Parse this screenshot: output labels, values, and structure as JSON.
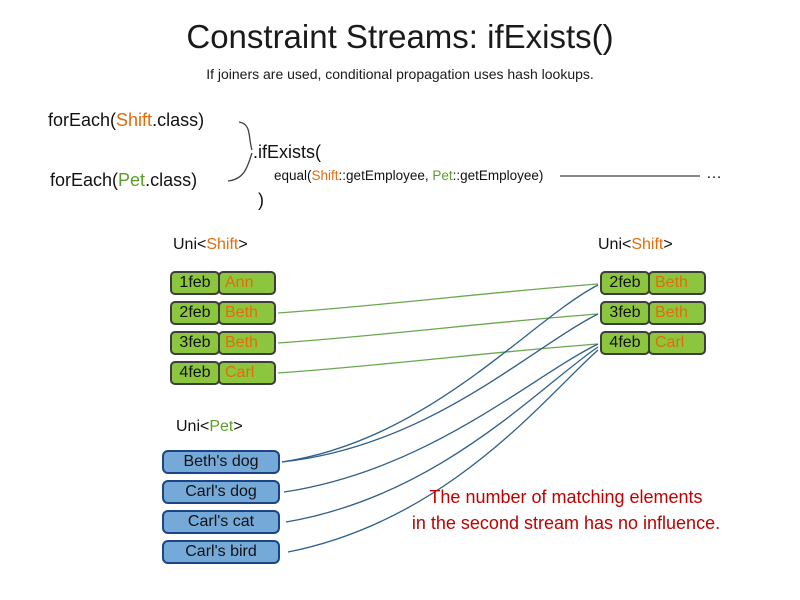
{
  "title": "Constraint Streams: ifExists()",
  "subtitle": "If joiners are used, conditional propagation uses hash lookups.",
  "code": {
    "foreach_shift": {
      "pre": "forEach(",
      "cls": "Shift",
      "post": ".class)"
    },
    "foreach_pet": {
      "pre": "forEach(",
      "cls": "Pet",
      "post": ".class)"
    },
    "ifexists": ".ifExists(",
    "equal": {
      "pre": "equal(",
      "cls1": "Shift",
      "mid": "::getEmployee, ",
      "cls2": "Pet",
      "post": "::getEmployee)"
    },
    "close": ")",
    "ellipsis": "…"
  },
  "left_table": {
    "header": {
      "pre": "Uni<",
      "cls": "Shift",
      "post": ">"
    },
    "rows": [
      {
        "date": "1feb",
        "name": "Ann"
      },
      {
        "date": "2feb",
        "name": "Beth"
      },
      {
        "date": "3feb",
        "name": "Beth"
      },
      {
        "date": "4feb",
        "name": "Carl"
      }
    ]
  },
  "right_table": {
    "header": {
      "pre": "Uni<",
      "cls": "Shift",
      "post": ">"
    },
    "rows": [
      {
        "date": "2feb",
        "name": "Beth"
      },
      {
        "date": "3feb",
        "name": "Beth"
      },
      {
        "date": "4feb",
        "name": "Carl"
      }
    ]
  },
  "pet_list": {
    "header": {
      "pre": "Uni<",
      "cls": "Pet",
      "post": ">"
    },
    "items": [
      "Beth's dog",
      "Carl's dog",
      "Carl's cat",
      "Carl's bird"
    ]
  },
  "note": {
    "line1": "The number of matching elements",
    "line2": "in the second stream has no influence."
  },
  "colors": {
    "shift_accent": "#e36c0a",
    "pet_accent": "#5a9e28",
    "cell_green": "#8cc63e",
    "cell_blue": "#74a9d8",
    "note_red": "#c00000",
    "green_line": "#6aa84f",
    "blue_line": "#2e5f8a"
  }
}
